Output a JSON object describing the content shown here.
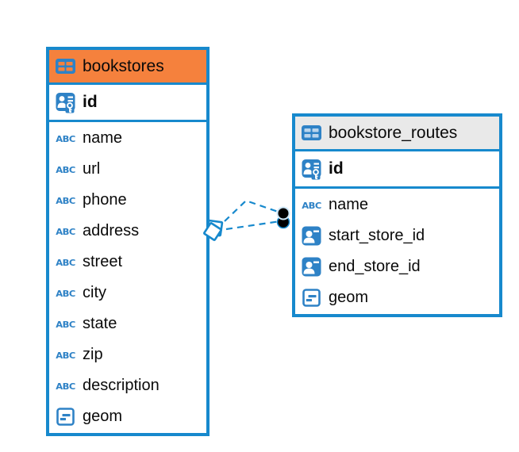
{
  "diagram": {
    "type": "entity-relationship-diagram",
    "tables": [
      {
        "name": "bookstores",
        "header_color": "#f5813d",
        "columns": [
          {
            "name": "id",
            "icon": "primary-key"
          },
          {
            "name": "name",
            "icon": "text"
          },
          {
            "name": "url",
            "icon": "text"
          },
          {
            "name": "phone",
            "icon": "text"
          },
          {
            "name": "address",
            "icon": "text"
          },
          {
            "name": "street",
            "icon": "text"
          },
          {
            "name": "city",
            "icon": "text"
          },
          {
            "name": "state",
            "icon": "text"
          },
          {
            "name": "zip",
            "icon": "text"
          },
          {
            "name": "description",
            "icon": "text"
          },
          {
            "name": "geom",
            "icon": "geometry"
          }
        ]
      },
      {
        "name": "bookstore_routes",
        "header_color": "#e9e9e9",
        "columns": [
          {
            "name": "id",
            "icon": "primary-key"
          },
          {
            "name": "name",
            "icon": "text"
          },
          {
            "name": "start_store_id",
            "icon": "foreign-key"
          },
          {
            "name": "end_store_id",
            "icon": "foreign-key"
          },
          {
            "name": "geom",
            "icon": "geometry"
          }
        ]
      }
    ],
    "relationships": [
      {
        "from": "bookstore_routes.start_store_id",
        "to": "bookstores.id",
        "style": "dashed"
      },
      {
        "from": "bookstore_routes.end_store_id",
        "to": "bookstores.id",
        "style": "dashed"
      }
    ],
    "icons": {
      "text_type_label": "ABC"
    },
    "colors": {
      "table_border": "#1789cd",
      "bookstores_header": "#f5813d",
      "routes_header": "#e9e9e9",
      "icon_blue": "#2e82c6",
      "connector": "#1789cd",
      "text": "#0a0a0a",
      "background": "#ffffff"
    }
  }
}
